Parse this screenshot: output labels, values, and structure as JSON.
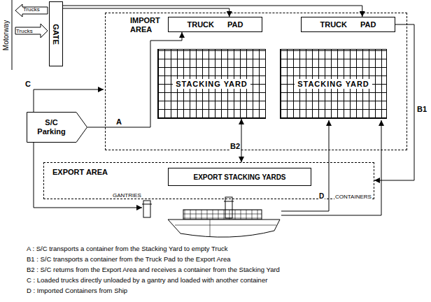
{
  "diagram": {
    "nodes": [
      {
        "text": [
          "IMPORT AREA"
        ]
      },
      {
        "text": [
          "TRUCK PAD"
        ],
        "in": 0
      },
      {
        "text": [
          "TRUCK PAD"
        ],
        "in": 0
      },
      {
        "text": [
          "STACKING YARD"
        ],
        "in": 0
      },
      {
        "text": [
          "STACKING YARD"
        ],
        "in": 0
      },
      {
        "text": [
          "GATE"
        ]
      },
      {
        "text": [
          "S/C Parking"
        ]
      },
      {
        "text": [
          "EXPORT AREA"
        ]
      },
      {
        "text": [
          "EXPORT STACKING YARDS"
        ],
        "in": 7
      }
    ],
    "edges": [
      {
        "from": 5,
        "to": 1,
        "arrow": "to"
      },
      {
        "from": 5,
        "to": 2,
        "arrow": "to"
      },
      {
        "from": 6,
        "to": 1,
        "label": "A",
        "arrow": "to"
      },
      {
        "from": 2,
        "to": 7,
        "label": "B1",
        "arrow": "to"
      },
      {
        "from": 7,
        "to": 3,
        "label": "B2",
        "arrow": "both"
      }
    ],
    "labels": [
      "Motorway",
      "Trucks",
      "Trucks",
      "C",
      "GANTRIES",
      "D",
      "CONTAINERS"
    ],
    "legend": [
      {
        "text": "A : S/C transports a container from the Stacking Yard to empty Truck"
      },
      {
        "text": "B1 : S/C transports a container from the Truck Pad to the Export Area"
      },
      {
        "text": "B2 : S/C returns from the Export Area and receives a container from the Stacking Yard"
      },
      {
        "text": "C : Loaded trucks directly unloaded by a gantry and loaded with another container"
      },
      {
        "text": "D : Imported Containers from Ship"
      }
    ]
  }
}
